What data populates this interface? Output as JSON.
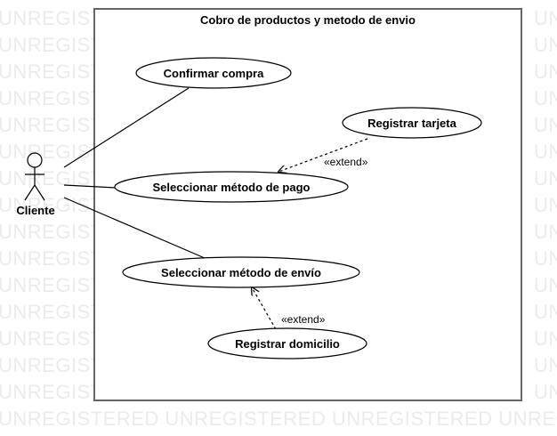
{
  "watermark": "UNREGISTERED",
  "watermark_line": "UNREGISTERED UNREGISTERED UNREGISTERED UNREGISTERED",
  "system": {
    "title": "Cobro de productos y metodo de envio"
  },
  "actor": {
    "name": "Cliente"
  },
  "use_cases": {
    "confirmar": "Confirmar compra",
    "registrar_tarjeta": "Registrar tarjeta",
    "seleccionar_pago": "Seleccionar método de pago",
    "seleccionar_envio": "Seleccionar método de envío",
    "registrar_domicilio": "Registrar domicilio"
  },
  "relations": {
    "extend_label": "«extend»"
  },
  "colors": {
    "stroke": "#000000",
    "boundary": "#666666",
    "watermark": "#ebebeb",
    "background": "#ffffff"
  }
}
